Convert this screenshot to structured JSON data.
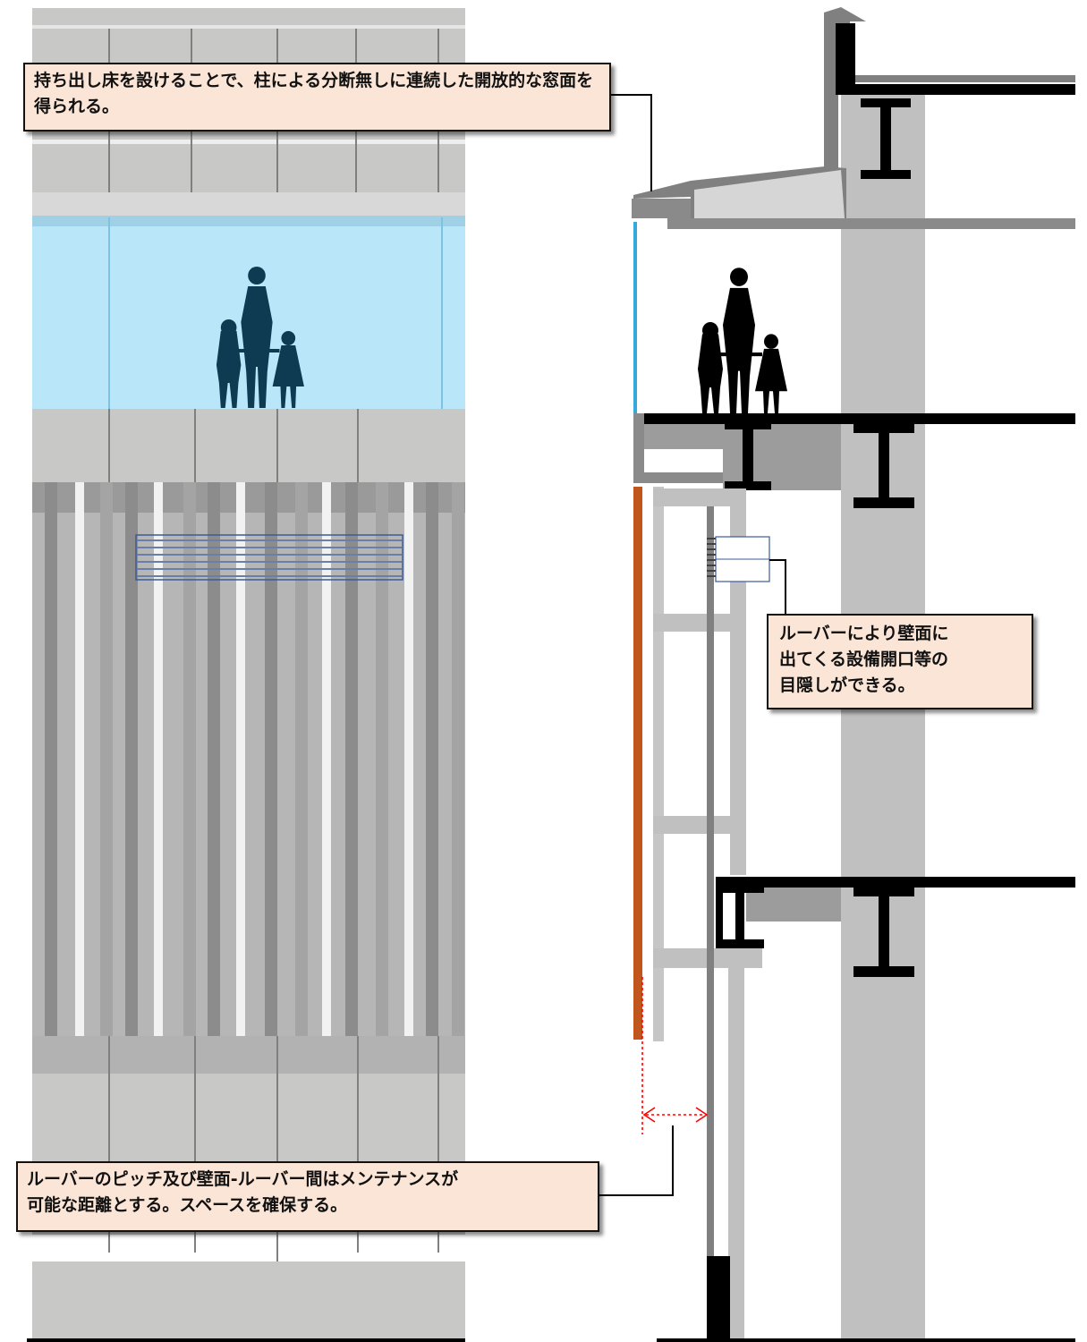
{
  "callouts": {
    "window_note": "持ち出し床を設けることで、柱による分断無しに連続した開放的な窓面を得られる。",
    "louver_note": "ルーバーにより壁面に\n出てくる設備開口等の\n目隠しができる。",
    "maintenance_note": "ルーバーのピッチ及び壁面-ルーバー間はメンテナンスが\n可能な距離とする。スペースを確保する。"
  },
  "colors": {
    "glass": "#b9e6f8",
    "panel": "#c8c8c6",
    "louver_dark": "#8c8c8c",
    "louver_light": "#f2f2f2",
    "wall_finish": "#c0561c",
    "steel": "#000000",
    "column": "#c0c0c0",
    "callout_bg": "#fbe5d6",
    "dimension": "#ff0000"
  },
  "icons": [
    "family-silhouette",
    "i-beam",
    "louver-grille",
    "dimension-arrow"
  ]
}
